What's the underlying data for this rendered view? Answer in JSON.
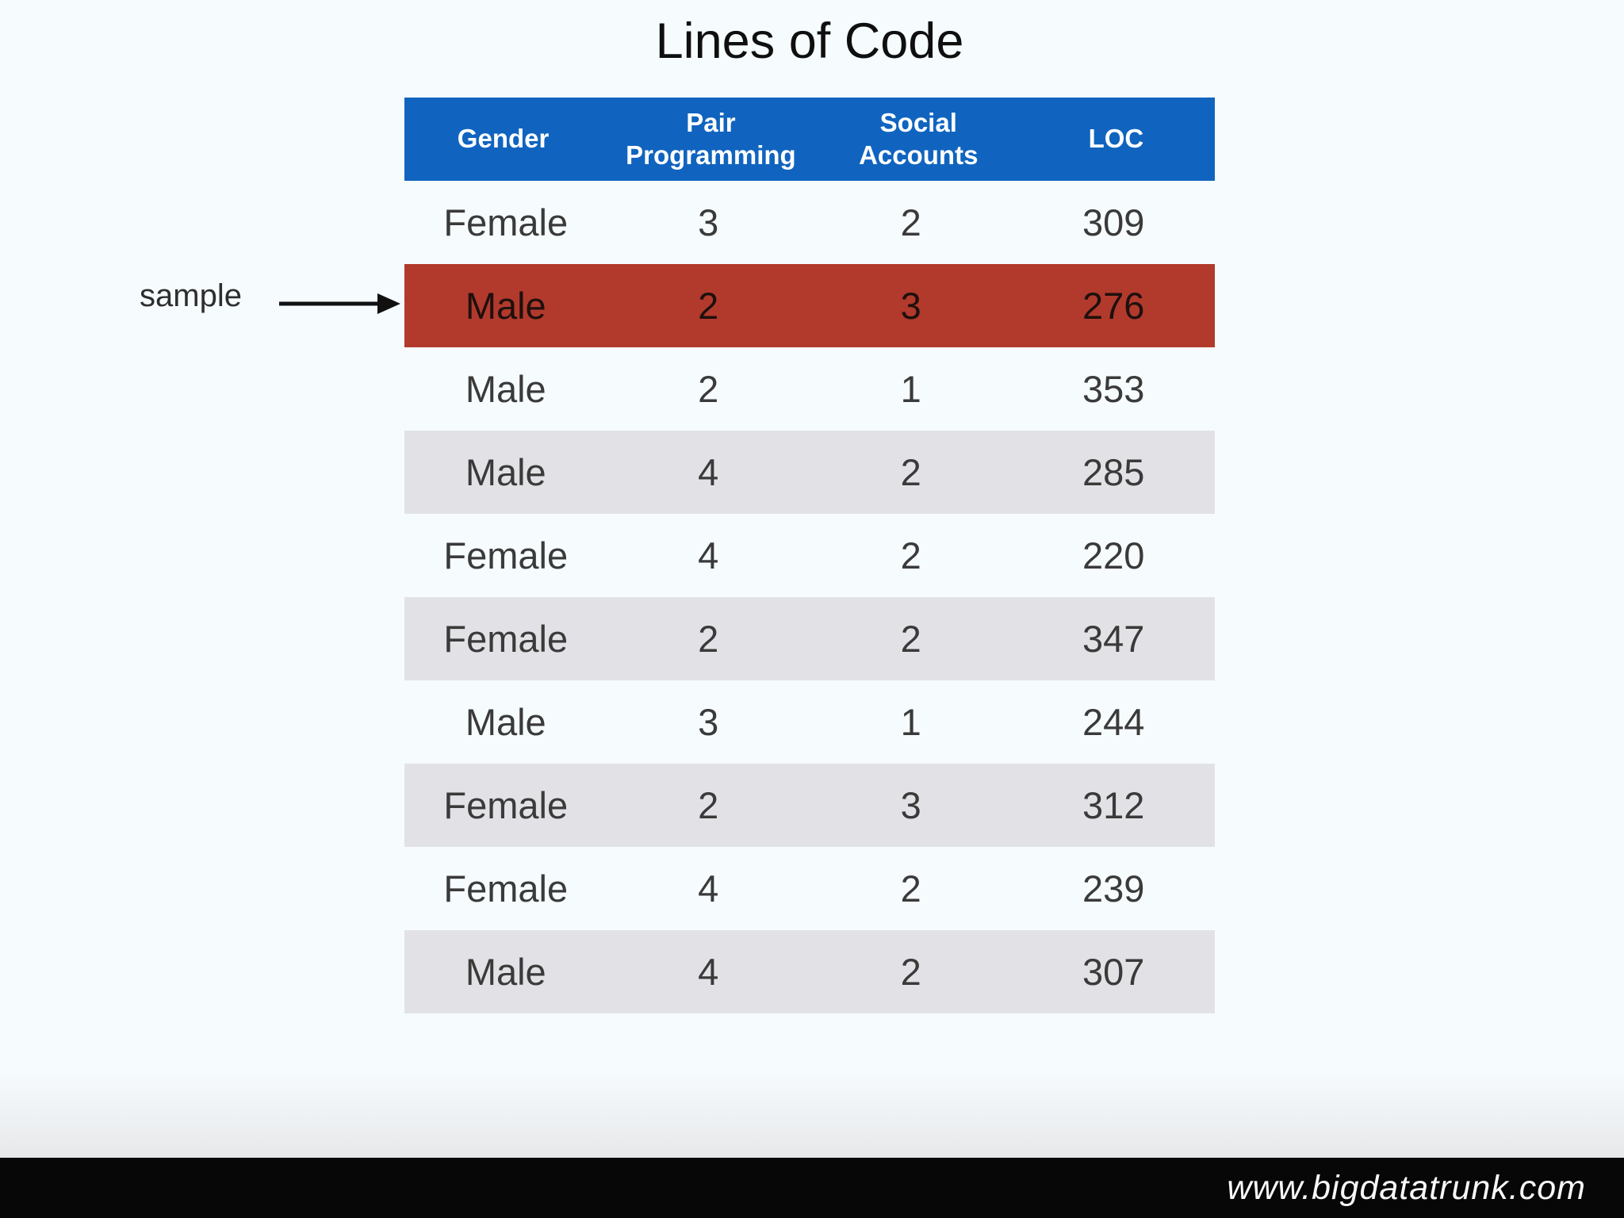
{
  "slide": {
    "title": "Lines of Code",
    "annotation": {
      "label": "sample"
    },
    "watermark": "www.bigdatatrunk.com"
  },
  "table": {
    "headers": [
      "Gender",
      "Pair Programming",
      "Social Accounts",
      "LOC"
    ],
    "highlighted_row_index": 1,
    "rows": [
      {
        "gender": "Female",
        "pair_programming": "3",
        "social_accounts": "2",
        "loc": "309"
      },
      {
        "gender": "Male",
        "pair_programming": "2",
        "social_accounts": "3",
        "loc": "276"
      },
      {
        "gender": "Male",
        "pair_programming": "2",
        "social_accounts": "1",
        "loc": "353"
      },
      {
        "gender": "Male",
        "pair_programming": "4",
        "social_accounts": "2",
        "loc": "285"
      },
      {
        "gender": "Female",
        "pair_programming": "4",
        "social_accounts": "2",
        "loc": "220"
      },
      {
        "gender": "Female",
        "pair_programming": "2",
        "social_accounts": "2",
        "loc": "347"
      },
      {
        "gender": "Male",
        "pair_programming": "3",
        "social_accounts": "1",
        "loc": "244"
      },
      {
        "gender": "Female",
        "pair_programming": "2",
        "social_accounts": "3",
        "loc": "312"
      },
      {
        "gender": "Female",
        "pair_programming": "4",
        "social_accounts": "2",
        "loc": "239"
      },
      {
        "gender": "Male",
        "pair_programming": "4",
        "social_accounts": "2",
        "loc": "307"
      }
    ]
  },
  "colors": {
    "background": "#f6fbfd",
    "header_bg": "#1064bf",
    "header_text": "#ffffff",
    "highlight_bg": "#b13a2c",
    "stripe_bg": "#e2e2e6",
    "footer_bg": "#070707",
    "arrow_color": "#111111"
  },
  "chart_data": {
    "type": "table",
    "title": "Lines of Code",
    "columns": [
      "Gender",
      "Pair Programming",
      "Social Accounts",
      "LOC"
    ],
    "rows": [
      [
        "Female",
        3,
        2,
        309
      ],
      [
        "Male",
        2,
        3,
        276
      ],
      [
        "Male",
        2,
        1,
        353
      ],
      [
        "Male",
        4,
        2,
        285
      ],
      [
        "Female",
        4,
        2,
        220
      ],
      [
        "Female",
        2,
        2,
        347
      ],
      [
        "Male",
        3,
        1,
        244
      ],
      [
        "Female",
        2,
        3,
        312
      ],
      [
        "Female",
        4,
        2,
        239
      ],
      [
        "Male",
        4,
        2,
        307
      ]
    ],
    "highlighted_row": {
      "index": 1,
      "values": [
        "Male",
        2,
        3,
        276
      ],
      "annotation": "sample"
    },
    "layout_hints": {
      "header_style": "blue bar, white bold text",
      "striping": "alternate rows light gray",
      "highlight_style": "brick red full-row fill"
    }
  }
}
